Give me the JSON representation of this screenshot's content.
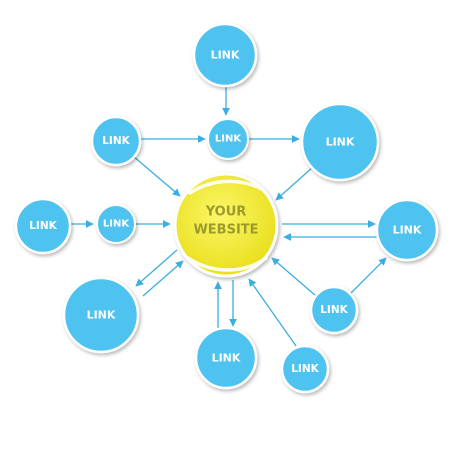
{
  "center": {
    "line1": "YOUR",
    "line2": "WEBSITE"
  },
  "nodes": {
    "top": "LINK",
    "upper_mid": "LINK",
    "upper_left": "LINK",
    "upper_right": "LINK",
    "far_left": "LINK",
    "mid_left": "LINK",
    "right": "LINK",
    "lower_left": "LINK",
    "lower_right_small": "LINK",
    "bottom": "LINK",
    "bottom_right": "LINK"
  },
  "colors": {
    "link_fill": "#4fc3f0",
    "link_border": "#ffffff",
    "arrow": "#3aaee0",
    "center_fill": "#f3ec32",
    "center_text": "#9c9a2a"
  }
}
